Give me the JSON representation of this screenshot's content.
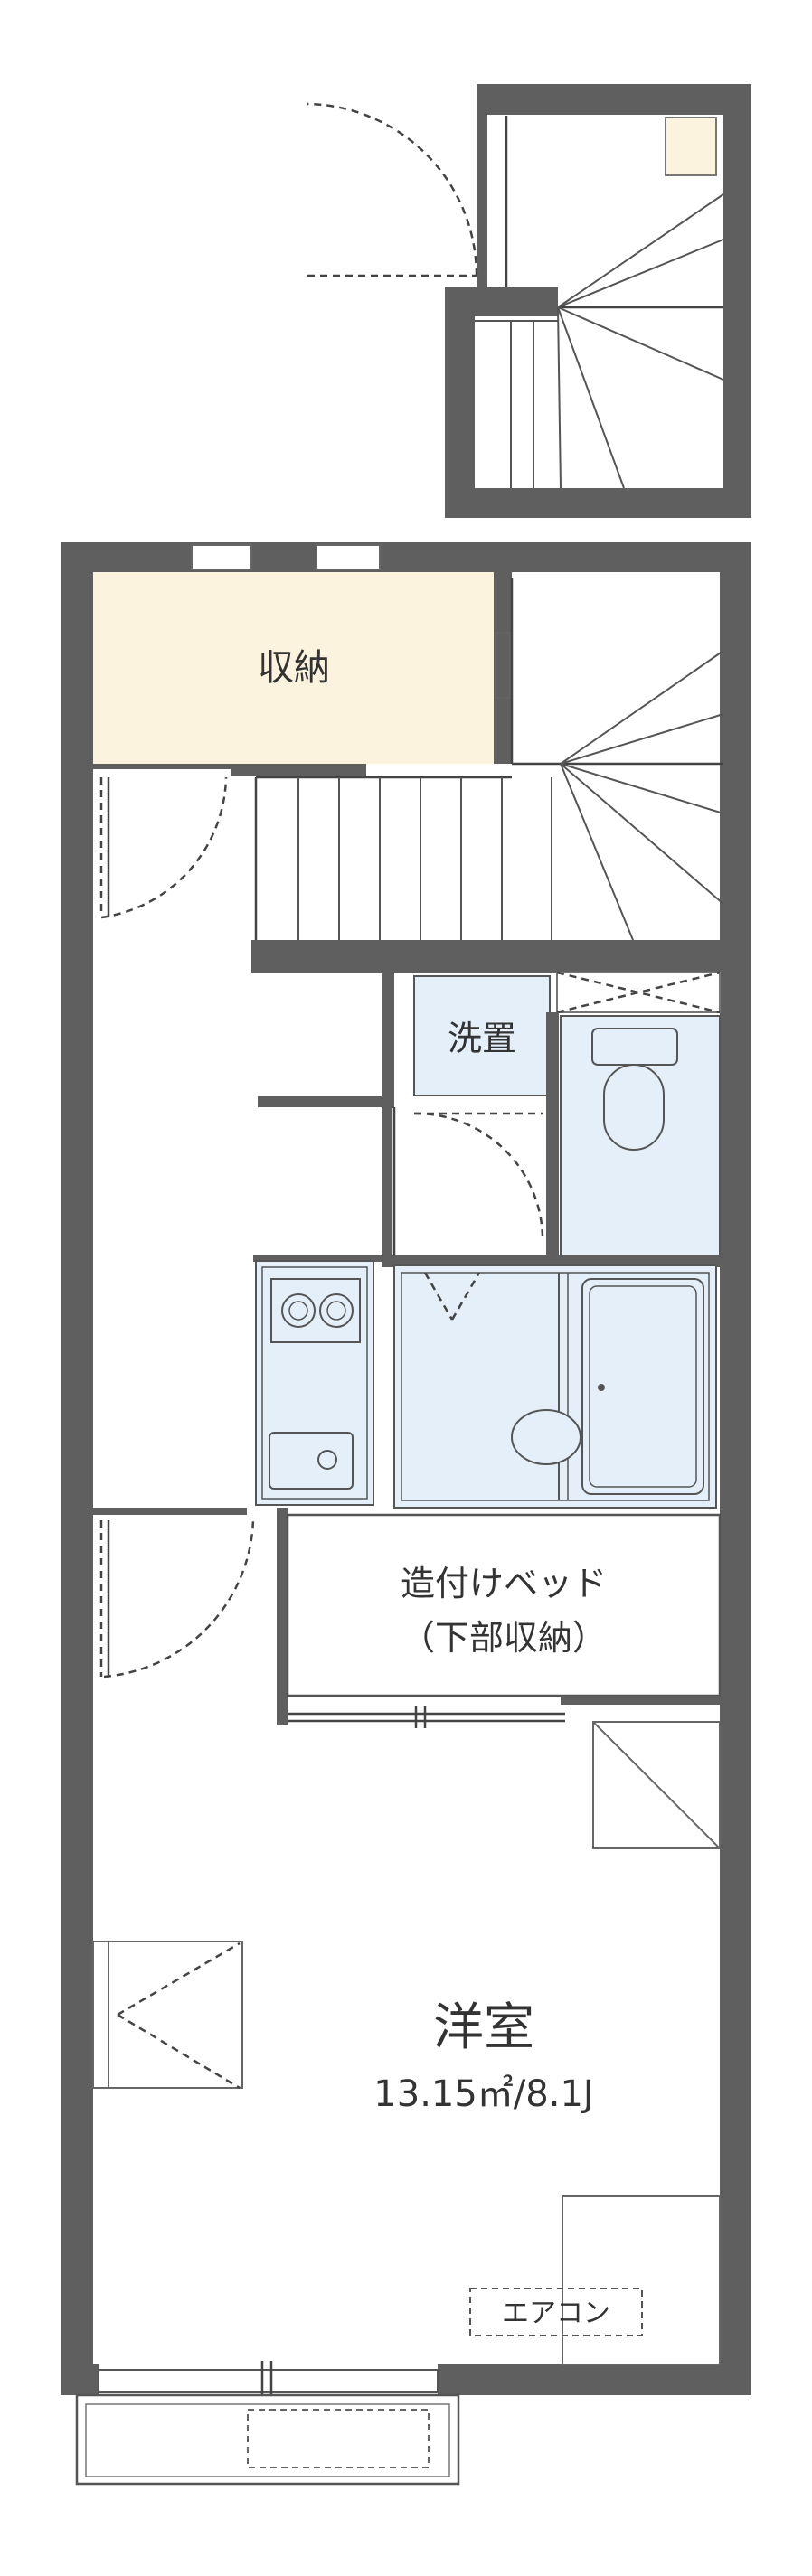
{
  "rooms": {
    "storage": "収納",
    "washer": "洗置",
    "bed_line1": "造付けベッド",
    "bed_line2": "（下部収納）",
    "western_room": "洋室",
    "western_area": "13.15㎡/8.1J",
    "aircon": "エアコン"
  },
  "colors": {
    "wall": "#5f5f60",
    "storage_fill": "#fcf3de",
    "wet_fill": "#e5effa",
    "line": "#444444"
  }
}
